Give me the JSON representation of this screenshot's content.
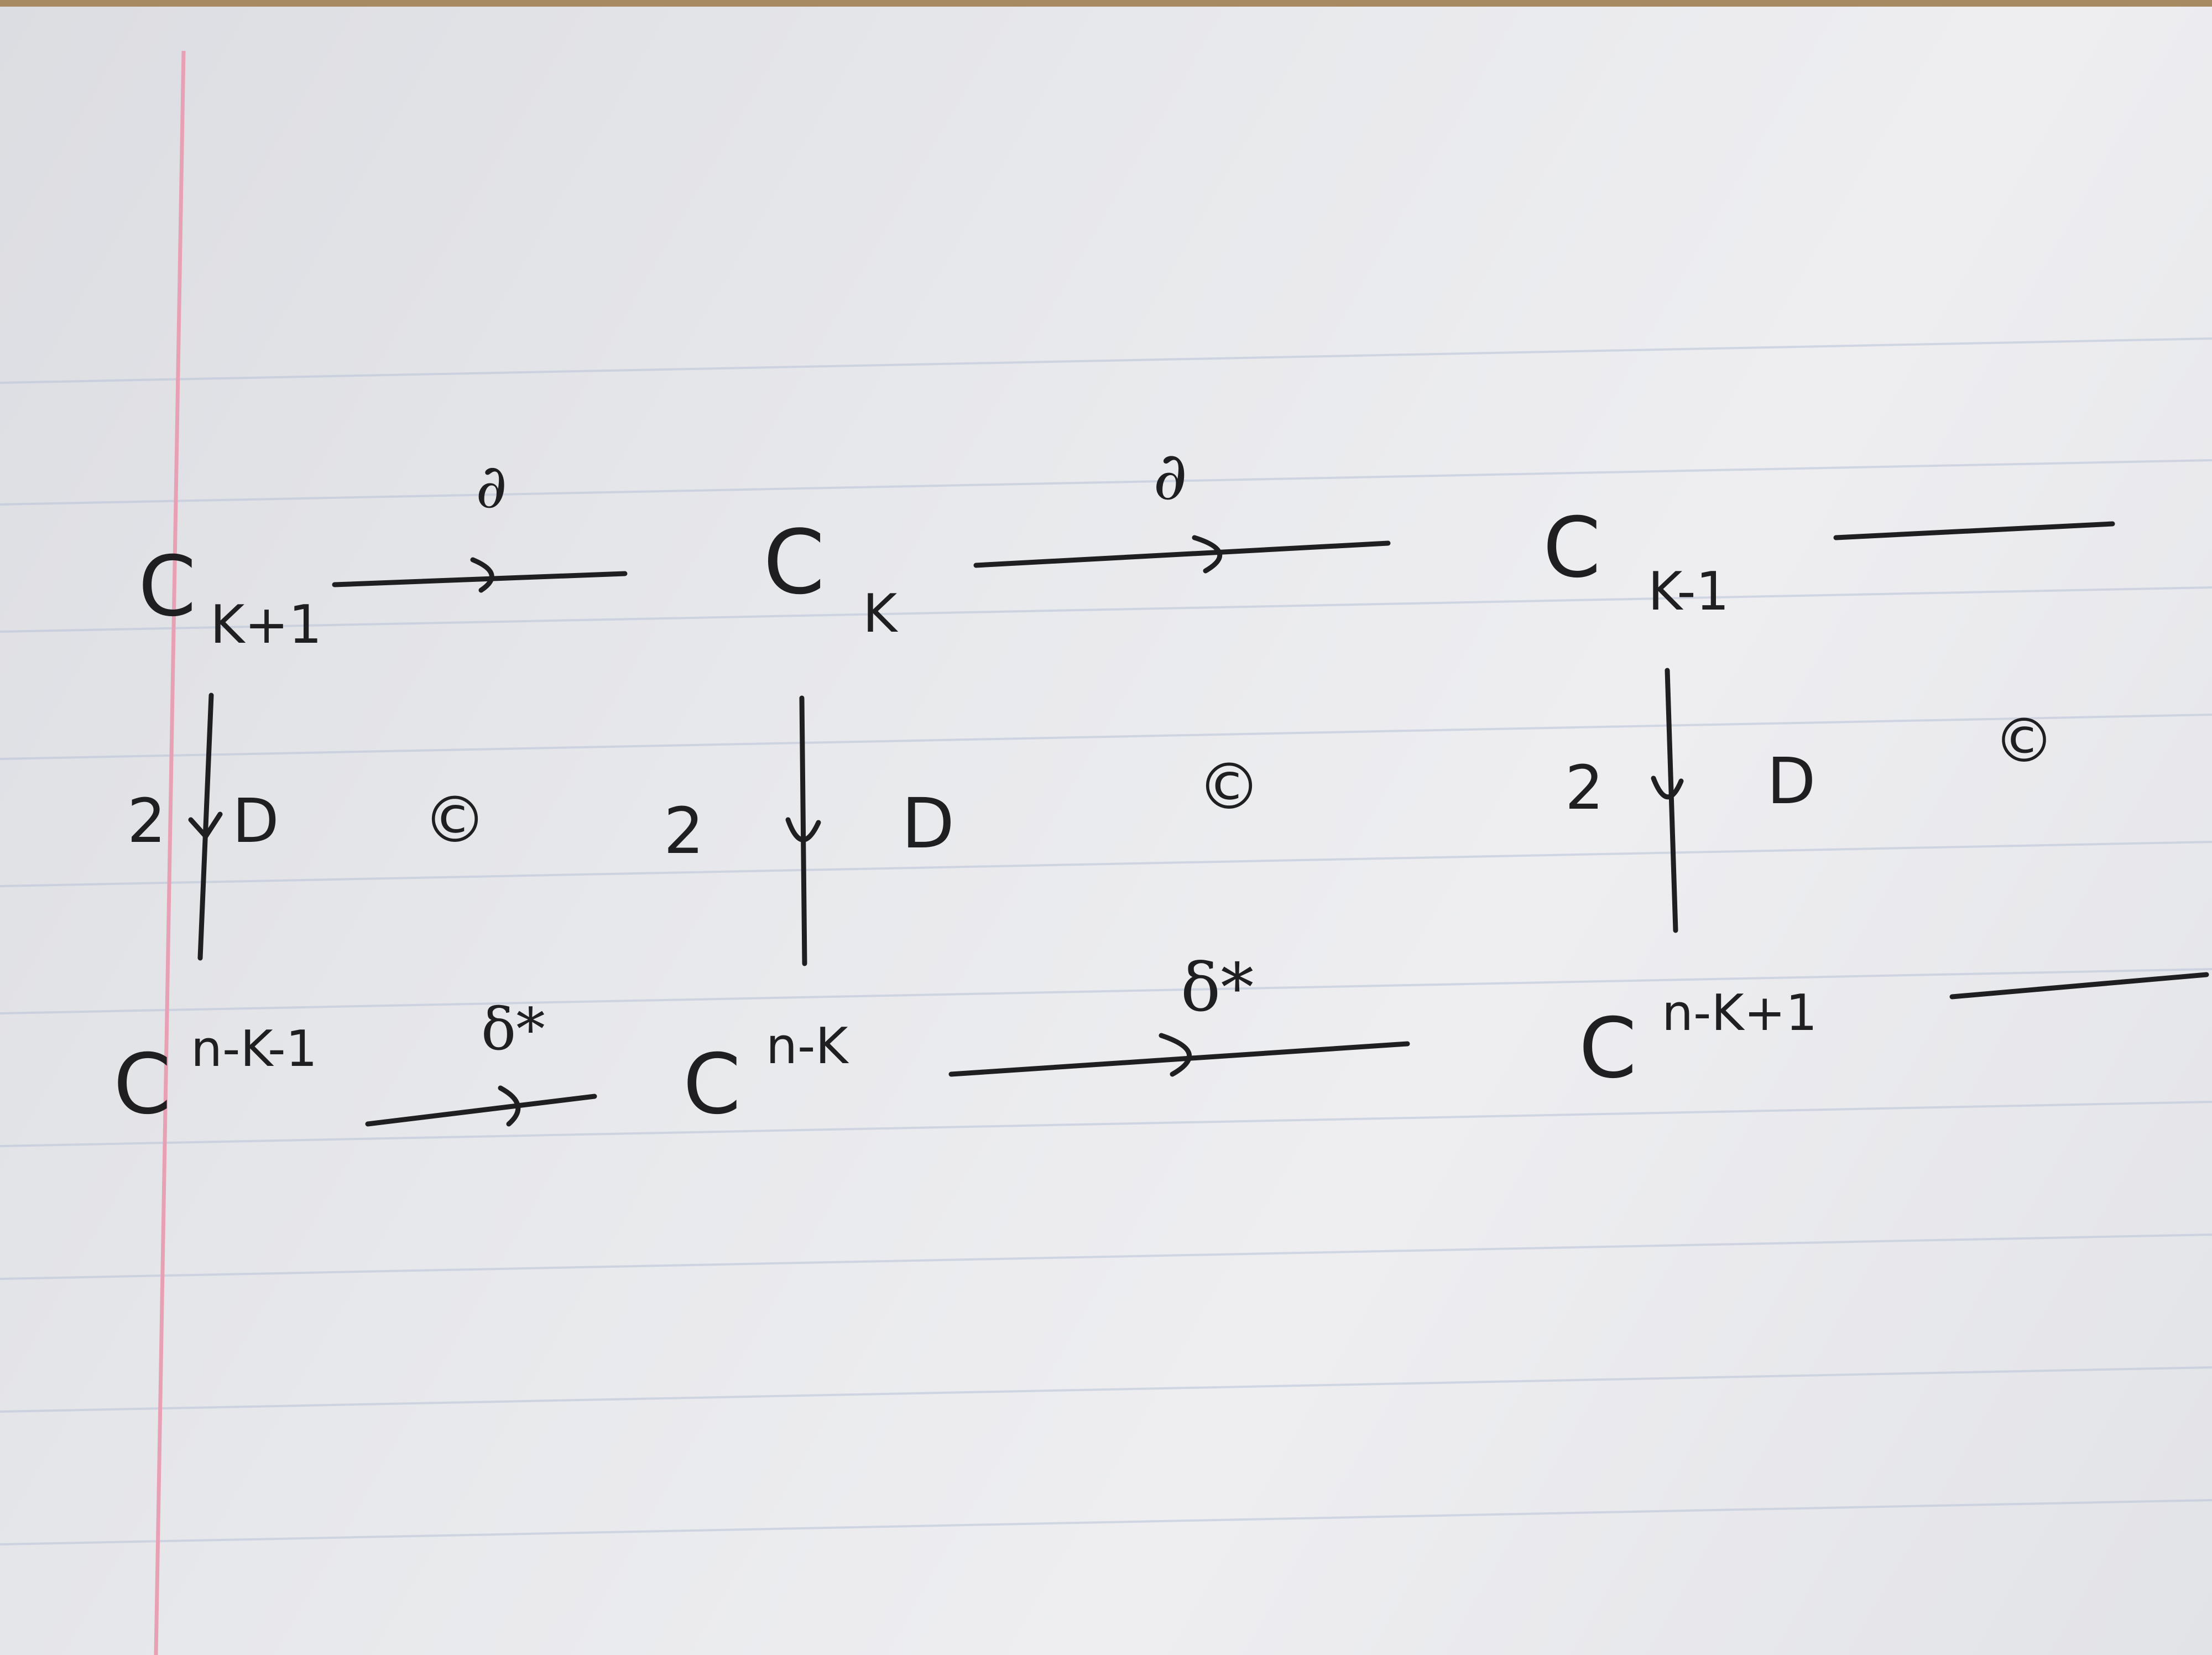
{
  "diagram": {
    "top_row": [
      {
        "main": "C",
        "sub": "K+1"
      },
      {
        "main": "C",
        "sub": "K"
      },
      {
        "main": "C",
        "sub": "K-1"
      }
    ],
    "top_map_label": "∂",
    "bottom_row": [
      {
        "main": "C",
        "sup": "n-K-1"
      },
      {
        "main": "C",
        "sup": "n-K"
      },
      {
        "main": "C",
        "sup": "n-K+1"
      }
    ],
    "bottom_map_label": "δ*",
    "vertical_map": {
      "left_label": "2",
      "right_label": "D"
    },
    "commute_mark": "©"
  },
  "colors": {
    "ink": "#1f1f21",
    "margin_line": "#e8a0b4",
    "rule_line": "#b9c2d8"
  }
}
